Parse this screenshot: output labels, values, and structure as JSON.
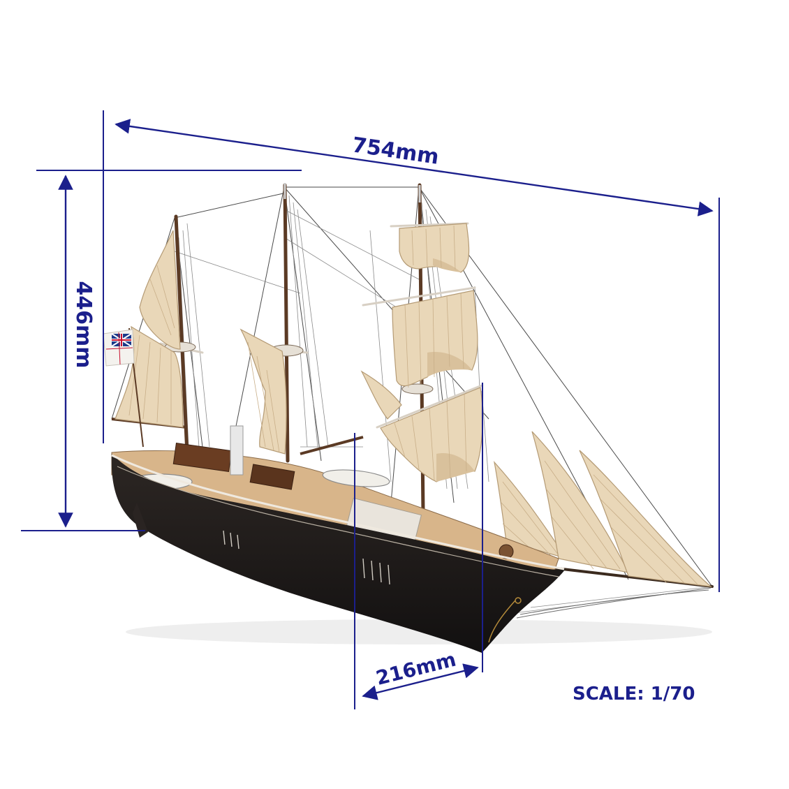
{
  "dimensions": {
    "length": "754mm",
    "height": "446mm",
    "width": "216mm"
  },
  "scale": "SCALE: 1/70",
  "colors": {
    "annotation": "#1b1f8c",
    "hull": "#1e1a18",
    "sail": "#e9d7b8",
    "deck": "#d8b58a",
    "mast": "#5b3a24",
    "background": "#ffffff"
  },
  "icons": {
    "flag": "ensign-flag-icon"
  }
}
